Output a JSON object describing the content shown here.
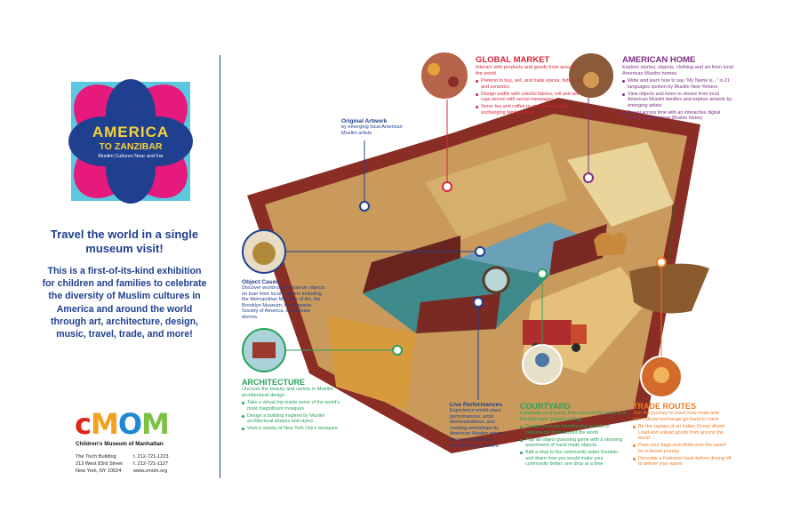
{
  "logo": {
    "title": "AMERICA",
    "subtitle": "TO ZANZIBAR",
    "tagline": "Muslim Cultures Near and Far",
    "colors": {
      "square": "#5cc8df",
      "petals": "#e6197d",
      "center": "#1f3f8f",
      "text": "#f7d23c"
    }
  },
  "intro": {
    "headline": "Travel the world in a single museum visit!",
    "body": "This is a first-of-its-kind exhibition for children and families to celebrate the diversity of Muslim cultures in America and around the world through art, architecture, design, music, travel, trade, and more!"
  },
  "museum": {
    "logo_letters": [
      "c",
      "M",
      "O",
      "M"
    ],
    "name": "Children's Museum of Manhattan",
    "address": [
      "The Tisch Building",
      "212 West 83rd Street",
      "New York, NY 10024"
    ],
    "contact": [
      "t. 212-721-1223",
      "f. 212-721-1127",
      "www.cmom.org"
    ]
  },
  "zones": {
    "global_market": {
      "title": "GLOBAL MARKET",
      "description": "Interact with products and goods from around the world",
      "bullets": [
        "Pretend to buy, sell, and trade spices, fish, fruit and ceramics",
        "Design outfits with colorful fabrics, roll and sell rugs woven with secret messages",
        "Serve tea and coffee to new friends while exchanging family stories"
      ]
    },
    "american_home": {
      "title": "AMERICAN HOME",
      "description": "Explore stories, objects, clothing and art from local American Muslim homes",
      "bullets": [
        "Write and learn how to say \"My Name is...\" in 21 languages spoken by Muslim New Yorkers",
        "View objects and listen to stories from local American Muslim families and explore artwork by emerging artists",
        "Travel across time with an interactive digital timeline of American Muslim history"
      ]
    },
    "original_artwork": {
      "title": "Original Artwork",
      "description": "by emerging local American Muslim artists"
    },
    "object_cases": {
      "title": "Object Cases",
      "description": "Discover world-class museum objects on loan from local partners including the Metropolitan Museum of Art, the Brooklyn Museum, the Hispanic Society of America, and private donors."
    },
    "architecture": {
      "title": "ARCHITECTURE",
      "description": "Uncover the beauty and variety in Muslim architectural design",
      "bullets": [
        "Take a virtual trip inside some of the world's most magnificent mosques",
        "Design a building inspired by Muslim architectural shapes and styles",
        "View a variety of New York City's mosques"
      ]
    },
    "live_performances": {
      "title": "Live Performances",
      "description": "Experience world-class performances, artist demonstrations, and cooking workshops by American Muslim artists, dancers, musicians, storytellers, and chefs."
    },
    "courtyard": {
      "title": "COURTYARD",
      "description": "Celebrate courtyards from around the world in a Persian style garden setting",
      "bullets": [
        "Create music by blending the sounds of instruments from around the world",
        "Play an object guessing game with a stunning assortment of hand-made objects",
        "Add a drop to the community water fountain, and share how you would make your community better, one drop at a time"
      ]
    },
    "trade_routes": {
      "title": "TRADE ROUTES",
      "description": "Join the journey to learn how trade and intercultural exchange go hand in hand",
      "bullets": [
        "Be the captain of an Indian Ocean dhow! Load and unload goods from around the world",
        "Pack your bags and climb onto the camel for a desert journey",
        "Decorate a Pakistani truck before driving off to deliver your wares"
      ]
    }
  }
}
